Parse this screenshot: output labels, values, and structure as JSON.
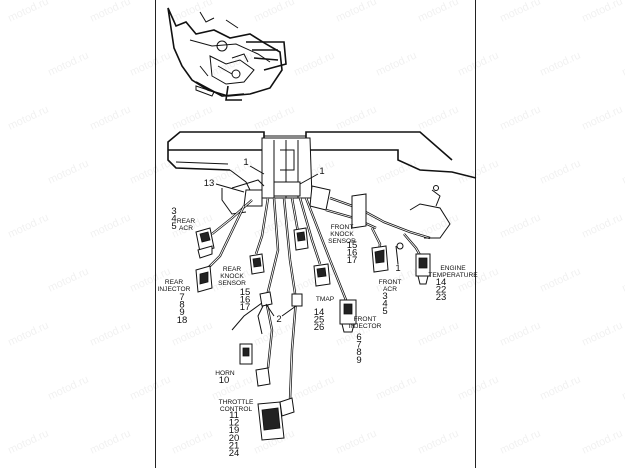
{
  "watermark": "motod.ru",
  "callouts": {
    "c1a": "1",
    "c1b": "1",
    "c1c": "1",
    "c2": "2",
    "c13": "13",
    "rear_acr_nums": [
      "3",
      "4",
      "5"
    ],
    "rear_injector_nums": [
      "7",
      "8",
      "9",
      "18"
    ],
    "rear_knock_nums": [
      "15",
      "16",
      "17"
    ],
    "tmap_nums": [
      "14",
      "25",
      "26"
    ],
    "front_knock_nums": [
      "15",
      "16",
      "17"
    ],
    "front_injector_nums": [
      "6",
      "7",
      "8",
      "9"
    ],
    "front_acr_nums": [
      "3",
      "4",
      "5"
    ],
    "engine_temp_nums": [
      "14",
      "22",
      "23"
    ],
    "horn_nums": [
      "10"
    ],
    "throttle_nums": [
      "11",
      "12",
      "19",
      "20",
      "21",
      "24"
    ]
  },
  "labels": {
    "rear_acr": [
      "REAR",
      "ACR"
    ],
    "rear_injector": [
      "REAR",
      "INJECTOR"
    ],
    "rear_knock": [
      "REAR",
      "KNOCK",
      "SENSOR"
    ],
    "tmap": [
      "TMAP"
    ],
    "front_knock": [
      "FRONT",
      "KNOCK",
      "SENSOR"
    ],
    "front_injector": [
      "FRONT",
      "INJECTOR"
    ],
    "front_acr": [
      "FRONT",
      "ACR"
    ],
    "engine_temp": [
      "ENGINE",
      "TEMPERATURE"
    ],
    "horn": [
      "HORN"
    ],
    "throttle": [
      "THROTTLE",
      "CONTROL"
    ]
  }
}
